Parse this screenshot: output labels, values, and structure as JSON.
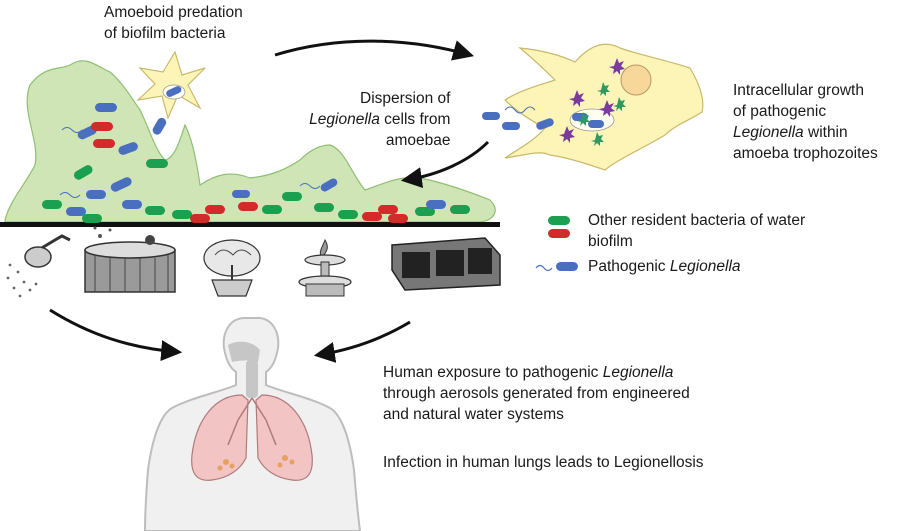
{
  "labels": {
    "predation_line1": "Amoeboid predation",
    "predation_line2": "of biofilm bacteria",
    "dispersion_line1": "Dispersion of",
    "dispersion_line2_italic": "Legionella",
    "dispersion_line2_rest": " cells from",
    "dispersion_line3": "amoebae",
    "growth_line1": "Intracellular growth",
    "growth_line2": "of pathogenic",
    "growth_line3_italic": "Legionella",
    "growth_line3_rest": " within",
    "growth_line4": "amoeba trophozoites",
    "exposure_line1_start": "Human exposure to pathogenic ",
    "exposure_line1_italic": "Legionella",
    "exposure_line2": "through aerosols generated from engineered",
    "exposure_line3": "and natural water systems",
    "infection": "Infection in human lungs leads to Legionellosis"
  },
  "legend": {
    "resident_line1": "Other resident bacteria of water",
    "resident_line2": "biofilm",
    "pathogen_start": "Pathogenic ",
    "pathogen_italic": "Legionella"
  },
  "colors": {
    "biofilm": "#cfe5b5",
    "biofilm_edge": "#8fbf72",
    "amoeba": "#fdf4b8",
    "amoeba_edge": "#c9b96a",
    "bacteria_blue": "#4b6fc0",
    "bacteria_green": "#1aa050",
    "bacteria_red": "#d32a2a",
    "star_purple": "#7b3aa0",
    "star_green": "#2f9a60",
    "lung": "#f2c4c4",
    "body": "#d2d2d2"
  }
}
